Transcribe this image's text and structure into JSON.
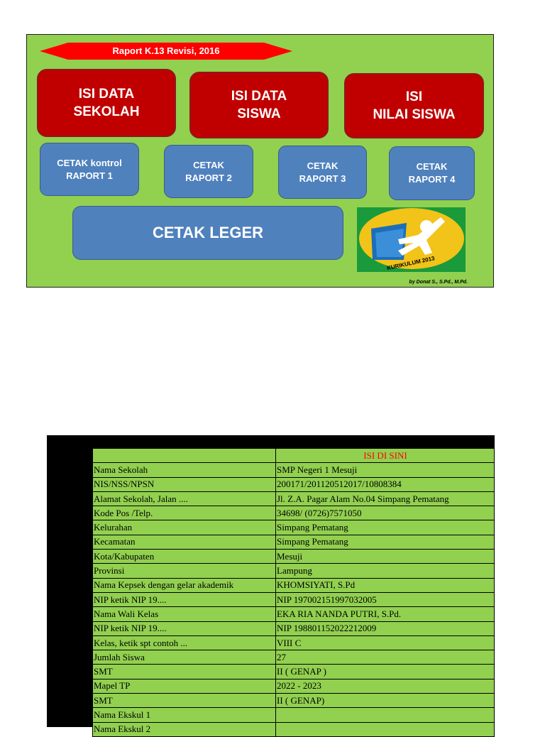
{
  "menu": {
    "title": "Raport K.13 Revisi, 2016",
    "buttons": {
      "isi_data_sekolah": "ISI DATA\nSEKOLAH",
      "isi_data_siswa": "ISI DATA\nSISWA",
      "isi_nilai_siswa": "ISI\nNILAI SISWA",
      "cetak_raport_1": "CETAK kontrol\nRAPORT 1",
      "cetak_raport_2": "CETAK\nRAPORT 2",
      "cetak_raport_3": "CETAK\nRAPORT 3",
      "cetak_raport_4": "CETAK\nRAPORT 4",
      "cetak_leger": "CETAK  LEGER"
    },
    "logo_text": "KURIKULUM 2013",
    "credit": "by Donat S., S.Pd., M.Pd."
  },
  "sheet": {
    "header_value": "ISI DI SINI",
    "rows": [
      {
        "label": "Nama Sekolah",
        "value": "SMP Negeri 1 Mesuji"
      },
      {
        "label": "NIS/NSS/NPSN",
        "value": "200171/201120512017/10808384"
      },
      {
        "label": "Alamat Sekolah, Jalan ....",
        "value": "Jl. Z.A. Pagar Alam No.04 Simpang Pematang"
      },
      {
        "label": "Kode Pos /Telp.",
        "value": "34698/ (0726)7571050"
      },
      {
        "label": "Kelurahan",
        "value": "Simpang Pematang"
      },
      {
        "label": "Kecamatan",
        "value": "Simpang Pematang"
      },
      {
        "label": "Kota/Kabupaten",
        "value": "Mesuji"
      },
      {
        "label": "Provinsi",
        "value": "Lampung"
      },
      {
        "label": "Nama Kepsek dengan gelar akademik",
        "value": "KHOMSIYATI, S.Pd"
      },
      {
        "label": "NIP ketik NIP 19....",
        "value": "NIP 197002151997032005"
      },
      {
        "label": "Nama Wali Kelas",
        "value": "EKA RIA NANDA PUTRI, S.Pd."
      },
      {
        "label": "NIP ketik NIP 19....",
        "value": "NIP 198801152022212009"
      },
      {
        "label": "Kelas, ketik spt contoh ...",
        "value": "VIII C"
      },
      {
        "label": "Jumlah Siswa",
        "value": "27"
      },
      {
        "label": "SMT",
        "value": "II ( GENAP )"
      },
      {
        "label": "Mapel TP",
        "value": "2022 - 2023"
      },
      {
        "label": "SMT",
        "value": "II ( GENAP)"
      },
      {
        "label": "Nama  Ekskul 1",
        "value": ""
      },
      {
        "label": "Nama  Ekskul 2",
        "value": ""
      }
    ]
  },
  "colors": {
    "panel_green": "#92d050",
    "button_red": "#c00000",
    "button_blue": "#4f81bd",
    "header_red_text": "#ff0000"
  }
}
